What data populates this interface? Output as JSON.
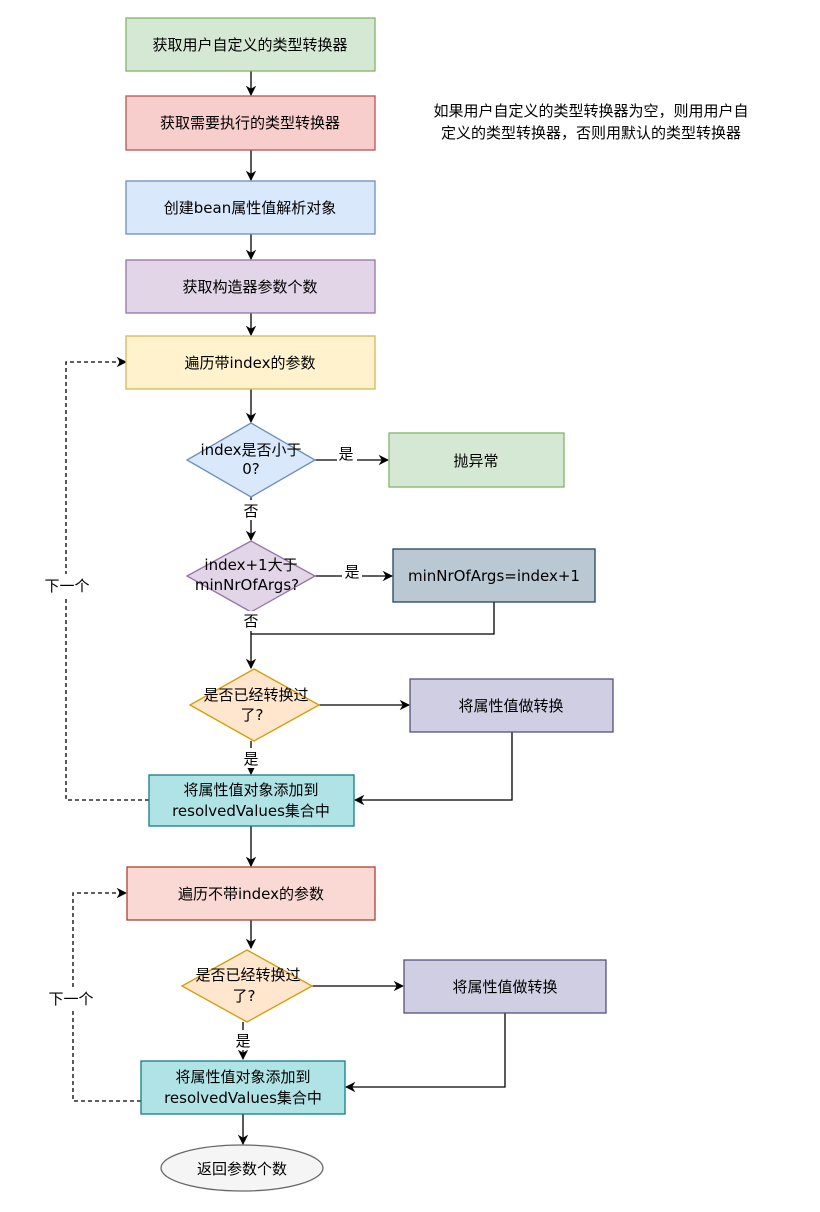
{
  "nodes": {
    "n1": {
      "label": "获取用户自定义的类型转换器",
      "fill": "#d5e8d4",
      "stroke": "#82b366"
    },
    "n2": {
      "label": "获取需要执行的类型转换器",
      "fill": "#f8cecc",
      "stroke": "#b85450"
    },
    "n3": {
      "label": "创建bean属性值解析对象",
      "fill": "#dae8fc",
      "stroke": "#6c8ebf"
    },
    "n4": {
      "label": "获取构造器参数个数",
      "fill": "#e1d5e7",
      "stroke": "#9673a6"
    },
    "n5": {
      "label": "遍历带index的参数",
      "fill": "#fff2cc",
      "stroke": "#d6b656"
    },
    "d1": {
      "line1": "index是否小于",
      "line2": "0?",
      "fill": "#dae8fc",
      "stroke": "#6c8ebf"
    },
    "throw": {
      "label": "抛异常",
      "fill": "#d5e8d4",
      "stroke": "#82b366"
    },
    "d2": {
      "line1": "index+1大于",
      "line2": "minNrOfArgs?",
      "fill": "#e1d5e7",
      "stroke": "#9673a6"
    },
    "setmin": {
      "label": "minNrOfArgs=index+1",
      "fill": "#bac8d3",
      "stroke": "#23445d"
    },
    "d3": {
      "line1": "是否已经转换过",
      "line2": "了?",
      "fill": "#ffe6cc",
      "stroke": "#d79b00"
    },
    "conv1": {
      "label": "将属性值做转换",
      "fill": "#d0cee2",
      "stroke": "#56517e"
    },
    "add1": {
      "line1": "将属性值对象添加到",
      "line2": "resolvedValues集合中",
      "fill": "#b0e3e6",
      "stroke": "#0e8088"
    },
    "n6": {
      "label": "遍历不带index的参数",
      "fill": "#fad9d5",
      "stroke": "#ae4132"
    },
    "d4": {
      "line1": "是否已经转换过",
      "line2": "了?",
      "fill": "#ffe6cc",
      "stroke": "#d79b00"
    },
    "conv2": {
      "label": "将属性值做转换",
      "fill": "#d0cee2",
      "stroke": "#56517e"
    },
    "add2": {
      "line1": "将属性值对象添加到",
      "line2": "resolvedValues集合中",
      "fill": "#b0e3e6",
      "stroke": "#0e8088"
    },
    "end": {
      "label": "返回参数个数",
      "fill": "#f5f5f5",
      "stroke": "#666666"
    }
  },
  "note": {
    "line1": "如果用户自定义的类型转换器为空，则用用户自",
    "line2": "定义的类型转换器，否则用默认的类型转换器"
  },
  "edge_labels": {
    "d1_yes": "是",
    "d1_no": "否",
    "d2_yes": "是",
    "d2_no": "否",
    "d3_yes": "是",
    "d4_yes": "是",
    "loop1": "下一个",
    "loop2": "下一个"
  },
  "colors": {
    "edge": "#000000"
  }
}
